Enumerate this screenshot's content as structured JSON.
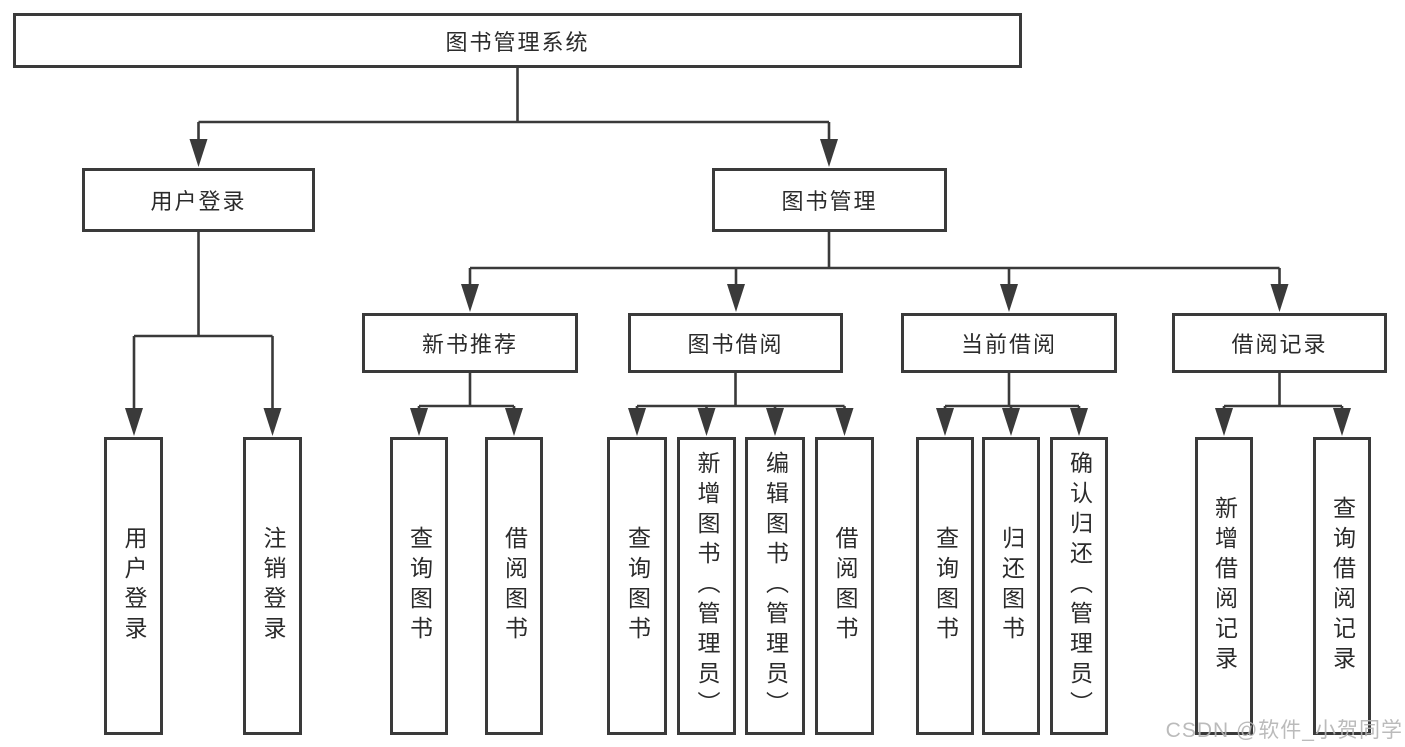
{
  "nodes": {
    "root": "图书管理系统",
    "user_login": {
      "label": "用户登录",
      "children": {
        "login": "用户登录",
        "logout": "注销登录"
      }
    },
    "book_mgmt": {
      "label": "图书管理",
      "children": {
        "new_book": {
          "label": "新书推荐",
          "children": {
            "query": "查询图书",
            "borrow": "借阅图书"
          }
        },
        "borrow": {
          "label": "图书借阅",
          "children": {
            "query": "查询图书",
            "add": "新增图书（管理员）",
            "edit": "编辑图书（管理员）",
            "borrow": "借阅图书"
          }
        },
        "current": {
          "label": "当前借阅",
          "children": {
            "query": "查询图书",
            "return": "归还图书",
            "confirm": "确认归还（管理员）"
          }
        },
        "records": {
          "label": "借阅记录",
          "children": {
            "add": "新增借阅记录",
            "query": "查询借阅记录"
          }
        }
      }
    }
  },
  "watermark": "CSDN @软件_小贺同学",
  "colors": {
    "line": "#3a3a3a",
    "box_fill": "#ffffff",
    "text": "#2b2b2b",
    "watermark": "#b4b4b4",
    "background": "#ffffff"
  }
}
